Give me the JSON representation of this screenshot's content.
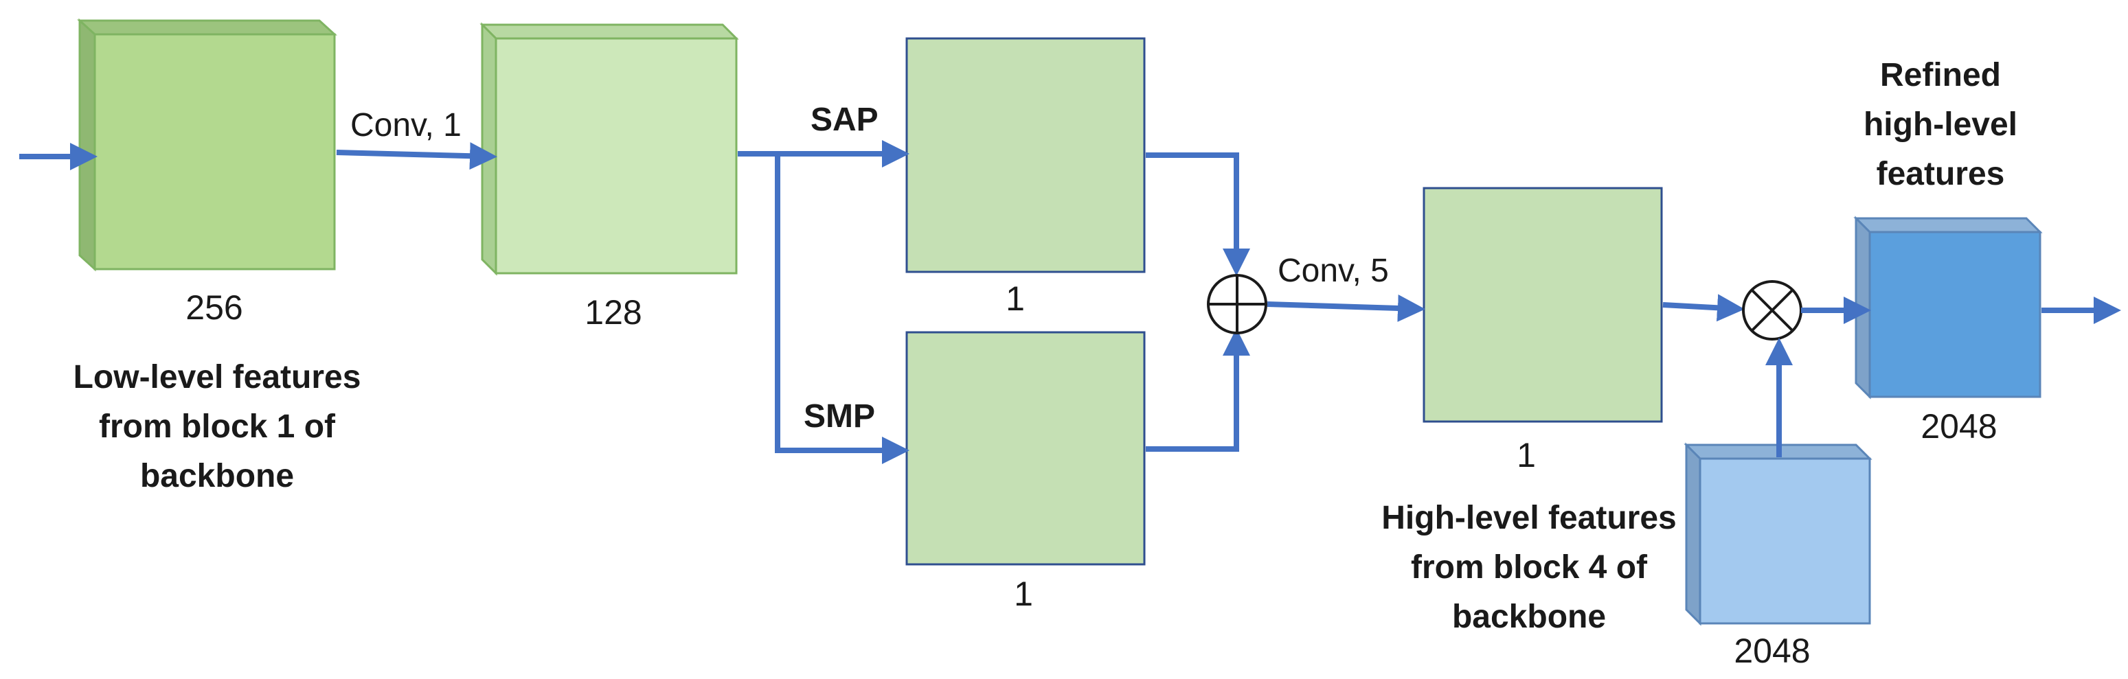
{
  "colors": {
    "arrow": "#4472C4",
    "green_face": "#B3D98F",
    "green_light_face": "#CDE8BA",
    "green_mid_face": "#C5E0B4",
    "green_edge": "#7FB462",
    "blue_face": "#5B9FDD",
    "blue_light_face": "#A3C9EF",
    "blue_edge": "#5A85B8",
    "box_border": "#2F4F8F"
  },
  "nodes": {
    "low_block": {
      "channels": "256",
      "caption": [
        "Low-level features",
        "from block 1 of",
        "backbone"
      ]
    },
    "conv1_block": {
      "channels": "128"
    },
    "sap_block": {
      "channels": "1"
    },
    "smp_block": {
      "channels": "1"
    },
    "conv5_block": {
      "channels": "1"
    },
    "high_block": {
      "channels": "2048",
      "caption": [
        "High-level features",
        "from block 4 of",
        "backbone"
      ]
    },
    "refined_block": {
      "channels": "2048",
      "caption": [
        "Refined",
        "high-level",
        "features"
      ]
    }
  },
  "edges": {
    "conv1": "Conv, 1",
    "sap": "SAP",
    "smp": "SMP",
    "conv5": "Conv, 5"
  },
  "operators": {
    "sum": "element-wise sum",
    "mult": "element-wise multiplication"
  }
}
